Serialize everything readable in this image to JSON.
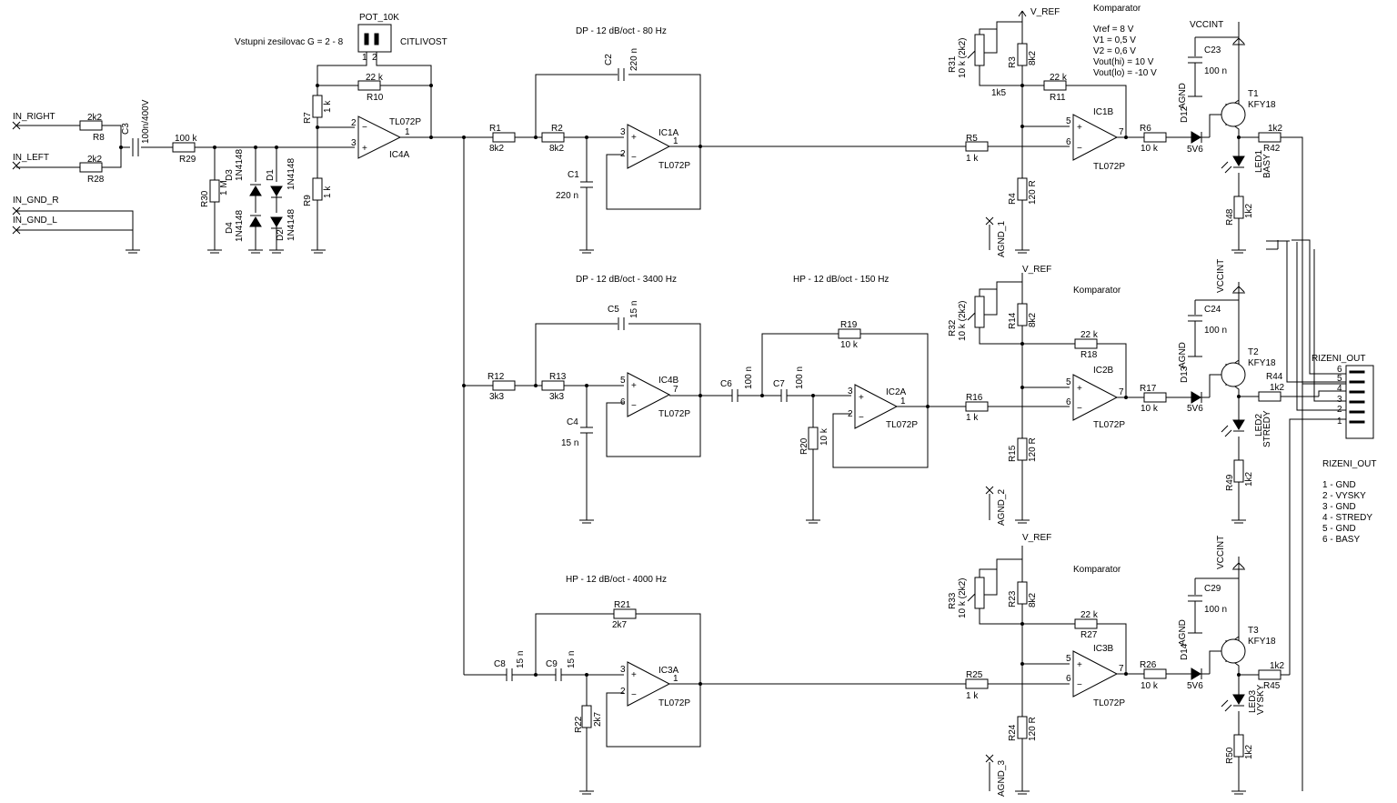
{
  "labels": {
    "in_right": "IN_RIGHT",
    "in_left": "IN_LEFT",
    "in_gnd_r": "IN_GND_R",
    "in_gnd_l": "IN_GND_L",
    "pot": "POT_10K",
    "preamp": "Vstupni zesilovac G = 2 - 8",
    "citlivost": "CITLIVOST",
    "dp80": "DP - 12 dB/oct - 80 Hz",
    "dp3400": "DP - 12 dB/oct - 3400 Hz",
    "hp150": "HP - 12 dB/oct - 150 Hz",
    "hp4000": "HP - 12 dB/oct - 4000 Hz",
    "vref": "V_REF",
    "komparator": "Komparator",
    "vccint": "VCCINT",
    "agnd": "AGND",
    "agnd1": "AGND_1",
    "agnd2": "AGND_2",
    "agnd3": "AGND_3",
    "rizeni_out": "RIZENI_OUT",
    "k_vref": "Vref = 8 V",
    "k_v1": "V1 = 0,5 V",
    "k_v2": "V2 = 0,6 V",
    "k_vhi": "Vout(hi) = 10 V",
    "k_vlo": "Vout(lo) = -10 V",
    "pin1": "1 - GND",
    "pin2": "2 - VYSKY",
    "pin3": "3 - GND",
    "pin4": "4 - STREDY",
    "pin5": "5 - GND",
    "pin6": "6 - BASY"
  },
  "parts": {
    "R8": "R8",
    "R8v": "2k2",
    "R28": "R28",
    "R28v": "2k2",
    "C3": "C3",
    "C3v": "100n/400V",
    "R29": "R29",
    "R29v": "100 k",
    "R30": "R30",
    "R30v": "1 M",
    "D3": "D3",
    "D4": "D4",
    "D1": "D1",
    "D2": "D2",
    "D1N": "1N4148",
    "R7": "R7",
    "R7v": "1 k",
    "R9": "R9",
    "R9v": "1 k",
    "R10": "R10",
    "R10v": "22 k",
    "IC4A": "IC4A",
    "TL": "TL072P",
    "R1": "R1",
    "R1v": "8k2",
    "R2": "R2",
    "R2v": "8k2",
    "C1": "C1",
    "C1v": "220 n",
    "C2": "C2",
    "C2v": "220 n",
    "IC1A": "IC1A",
    "R12": "R12",
    "R12v": "3k3",
    "R13": "R13",
    "R13v": "3k3",
    "C4": "C4",
    "C4v": "15 n",
    "C5": "C5",
    "C5v": "15 n",
    "IC4B": "IC4B",
    "C6": "C6",
    "C6v": "100 n",
    "C7": "C7",
    "C7v": "100 n",
    "R19": "R19",
    "R19v": "10 k",
    "R20": "R20",
    "R20v": "10 k",
    "IC2A": "IC2A",
    "C8": "C8",
    "C8v": "15 n",
    "C9": "C9",
    "C9v": "15 n",
    "R21": "R21",
    "R21v": "2k7",
    "R22": "R22",
    "R22v": "2k7",
    "IC3A": "IC3A",
    "R31": "R31",
    "R31v": "10 k (2k2)",
    "R32": "R32",
    "R33": "R33",
    "R3": "R3",
    "R3v": "8k2",
    "R14": "R14",
    "R14v": "8k2",
    "R23": "R23",
    "R23v": "8k2",
    "R11": "R11",
    "R11v": "22 k",
    "R18": "R18",
    "R18v": "22 k",
    "R27": "R27",
    "R27v": "22 k",
    "R5": "R5",
    "R5v": "1 k",
    "R16": "R16",
    "R16v": "1 k",
    "R25": "R25",
    "R25v": "1 k",
    "R4": "R4",
    "R4v": "120 R",
    "R15": "R15",
    "R15v": "120 R",
    "R24": "R24",
    "R24v": "120 R",
    "r1k5": "1k5",
    "IC1B": "IC1B",
    "IC2B": "IC2B",
    "IC3B": "IC3B",
    "R6": "R6",
    "R6v": "10 k",
    "R17": "R17",
    "R17v": "10 k",
    "R26": "R26",
    "R26v": "10 k",
    "D12": "D12",
    "D13": "D13",
    "D14": "D14",
    "D5V6": "5V6",
    "C23": "C23",
    "C24": "C24",
    "C29": "C29",
    "Cv": "100 n",
    "T1": "T1",
    "T2": "T2",
    "T3": "T3",
    "KFY": "KFY18",
    "R42": "R42",
    "R44": "R44",
    "R45": "R45",
    "R4xv": "1k2",
    "R48": "R48",
    "R49": "R49",
    "R50": "R50",
    "LED1": "LED1",
    "LED2": "LED2",
    "LED3": "LED3",
    "basy": "BASY",
    "stredy": "STREDY",
    "vysky": "VYSKY"
  }
}
